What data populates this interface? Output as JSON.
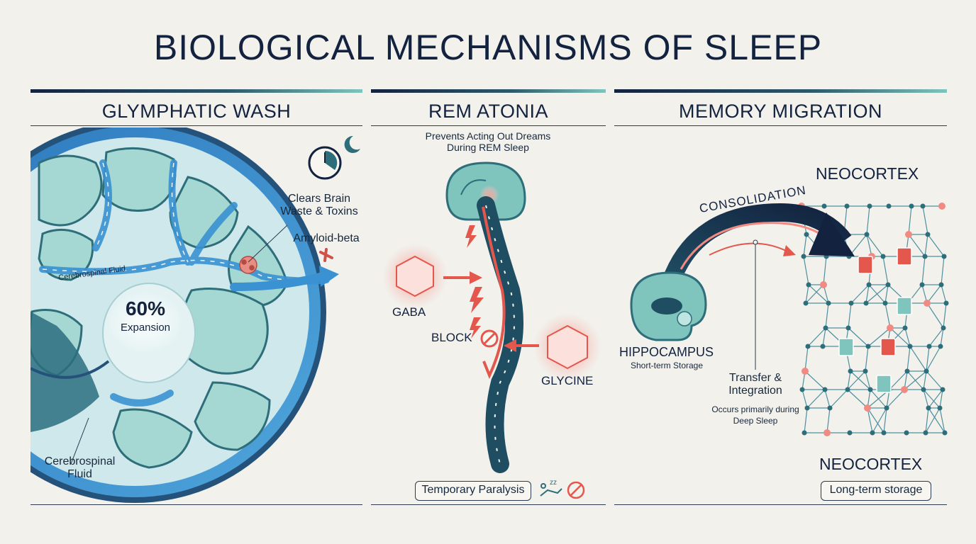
{
  "title": "BIOLOGICAL MECHANISMS OF SLEEP",
  "colors": {
    "navy": "#13223f",
    "teal": "#2e6e7a",
    "light_teal": "#a9d9d3",
    "blue": "#2f86c9",
    "red": "#e4574d",
    "background": "#f2f1ec"
  },
  "panels": {
    "glymphatic": {
      "heading": "GLYMPHATIC WASH",
      "clears": "Clears Brain Waste & Toxins",
      "amyloid": "Amyloid-beta",
      "csf_top": "Cerebrospinal Fluid",
      "percent": "60%",
      "expansion": "Expansion",
      "csf_bottom": "Cerebrospinal Fluid",
      "icons": [
        "clock-icon",
        "moon-icon"
      ]
    },
    "rem": {
      "heading": "REM ATONIA",
      "subtitle": "Prevents Acting Out Dreams During REM Sleep",
      "gaba": "GABA",
      "block": "BLOCK",
      "glycine": "GLYCINE",
      "footer": "Temporary Paralysis",
      "icons": [
        "sleeping-person-icon",
        "no-movement-icon"
      ]
    },
    "memory": {
      "heading": "MEMORY MIGRATION",
      "neocortex_top": "NEOCORTEX",
      "consolidation": "CONSOLIDATION",
      "hippocampus": "HIPPOCAMPUS",
      "short_term": "Short-term Storage",
      "transfer": "Transfer & Integration",
      "occurs": "Occurs primarily during Deep Sleep",
      "neocortex_bottom": "NEOCORTEX",
      "long_term": "Long-term storage"
    }
  }
}
